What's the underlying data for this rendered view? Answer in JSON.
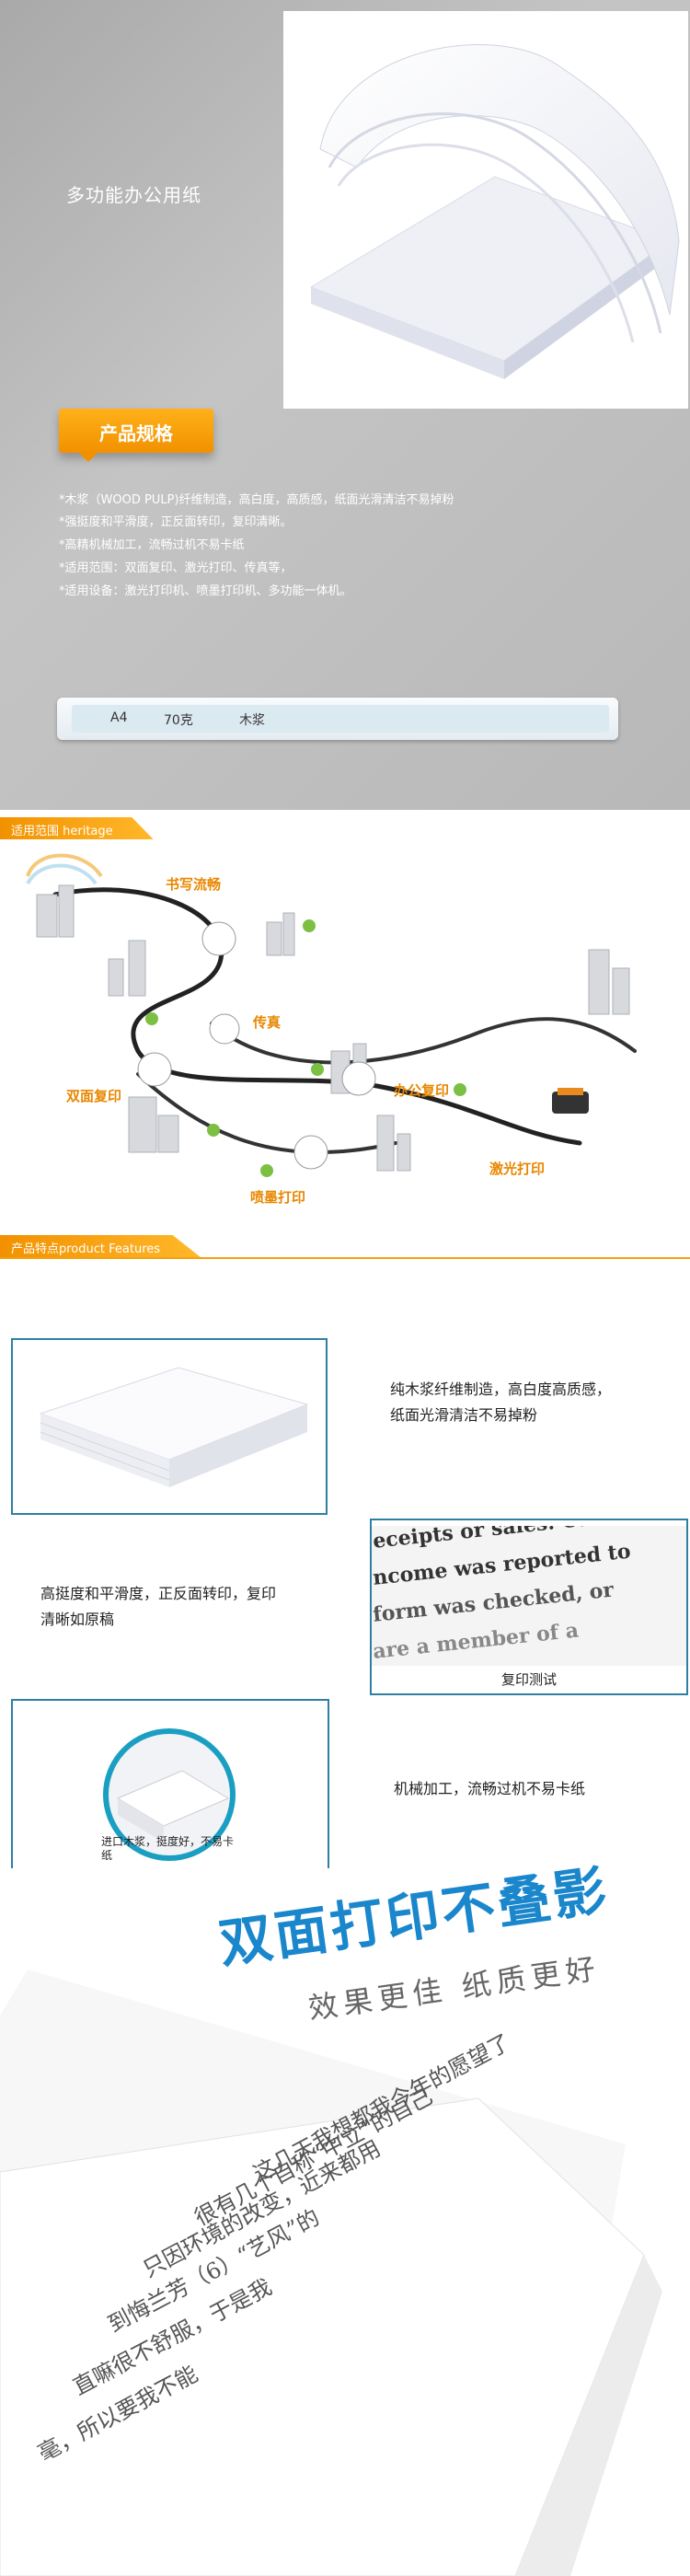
{
  "hero": {
    "title": "多功能办公用纸",
    "spec_tab": "产品规格",
    "spec_lines": [
      "*木浆（WOOD PULP)纤维制造，高白度，高质感，纸面光滑清洁不易掉粉",
      "*强挺度和平滑度，正反面转印，复印清晰。",
      "*高精机械加工，流畅过机不易卡纸",
      "*适用范围：双面复印、激光打印、传真等，",
      "*适用设备：激光打印机、喷墨打印机、多功能一体机。"
    ],
    "info": {
      "size": "A4",
      "weight": "70克",
      "material": "木浆"
    }
  },
  "banner_usage": "适用范围 heritage",
  "map_labels": {
    "writing": "书写流畅",
    "fax": "传真",
    "duplex": "双面复印",
    "office": "办公复印",
    "laser": "激光打印",
    "inkjet": "喷墨打印"
  },
  "banner_features": "产品特点product  Features",
  "features": {
    "f1": "纯木浆纤维制造，高白度高质感，纸面光滑清洁不易掉粉",
    "f2": "高挺度和平滑度，正反面转印，复印清晰如原稿",
    "f2_caption": "复印测试",
    "f2_sample": [
      "eceipts or sales. Caution",
      "ncome was reported to",
      "form was checked, or",
      "are a member of a"
    ],
    "f3": "机械加工，流畅过机不易卡纸",
    "f3_caption": "进口木浆，挺度好，不易卡纸"
  },
  "promo": {
    "title": "双面打印不叠影",
    "subtitle": "效果更佳  纸质更好",
    "paper_lines": [
      "这几天我想都我今年的愿望了",
      "很有几个自称“中立”的自己",
      "只因环境的改变，近来都用",
      "到悔兰芳（6）“艺风”的",
      "直嘛很不舒服，于是我",
      "毫，所以要我不能"
    ]
  },
  "colors": {
    "accent": "#f29100",
    "blue": "#1a86cc",
    "frame": "#2f7fa3"
  }
}
